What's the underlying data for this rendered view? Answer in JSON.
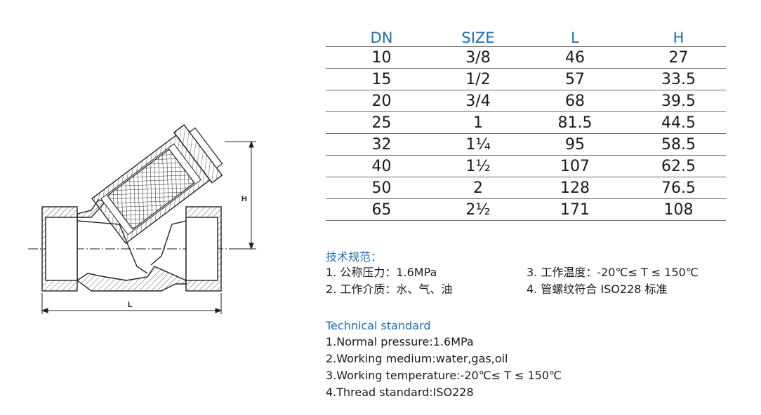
{
  "drawing": {
    "dimension_length_label": "L",
    "dimension_height_label": "H"
  },
  "table": {
    "headers": [
      "DN",
      "SIZE",
      "L",
      "H"
    ],
    "rows": [
      [
        "10",
        "3/8",
        "46",
        "27"
      ],
      [
        "15",
        "1/2",
        "57",
        "33.5"
      ],
      [
        "20",
        "3/4",
        "68",
        "39.5"
      ],
      [
        "25",
        "1",
        "81.5",
        "44.5"
      ],
      [
        "32",
        "1¼",
        "95",
        "58.5"
      ],
      [
        "40",
        "1½",
        "107",
        "62.5"
      ],
      [
        "50",
        "2",
        "128",
        "76.5"
      ],
      [
        "65",
        "2½",
        "171",
        "108"
      ]
    ]
  },
  "notes_cn": {
    "title": "技术规范：",
    "items": [
      "1. 公称压力：1.6MPa",
      "3. 工作温度：-20℃≤ T ≤ 150℃",
      "2. 工作介质：水、气、油",
      "4. 管螺纹符合 ISO228 标准"
    ]
  },
  "notes_en": {
    "title": "Technical standard",
    "items": [
      "1.Normal pressure:1.6MPa",
      "2.Working medium:water,gas,oil",
      "3.Working temperature:-20℃≤ T ≤ 150℃",
      "4.Thread standard:ISO228"
    ]
  },
  "colors": {
    "accent": "#1f6fb2",
    "text": "#1a1a1a",
    "rule": "#6d6d6d"
  }
}
